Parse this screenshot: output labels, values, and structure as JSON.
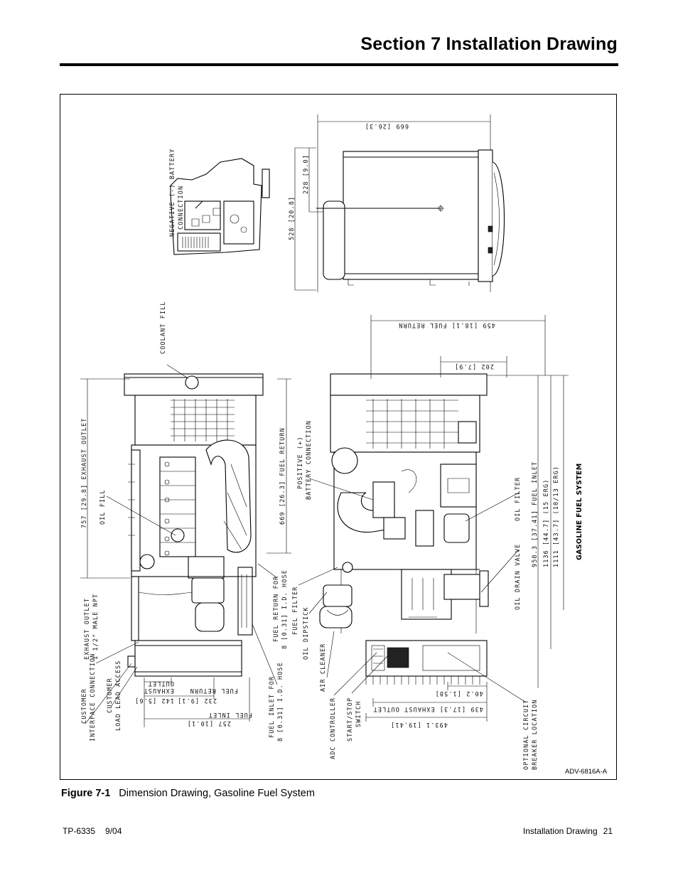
{
  "header": {
    "section_title": "Section 7  Installation Drawing"
  },
  "figure": {
    "number": "Figure 7-1",
    "caption": "Dimension Drawing, Gasoline Fuel System",
    "drawing_ref": "ADV-6816A-A",
    "system_title": "GASOLINE FUEL SYSTEM",
    "labels": {
      "negative_battery": [
        "NEGATIVE (-) BATTERY",
        "CONNECTION"
      ],
      "coolant_fill": "COOLANT FILL",
      "exhaust_outlet_dim": "757 [29.8] EXHAUST OUTLET",
      "oil_fill": "OIL FILL",
      "fuel_return_dim_669": "669 [26.3] FUEL RETURN",
      "positive_battery": [
        "POSITIVE (+)",
        "BATTERY CONNECTION"
      ],
      "fuel_return_hose": [
        "FUEL RETURN FOR",
        "8 [0.31] I.D. HOSE"
      ],
      "fuel_filter": "FUEL FILTER",
      "oil_dipstick": "OIL DIPSTICK",
      "air_cleaner": "AIR CLEANER",
      "exhaust_outlet_npt": [
        "EXHAUST OUTLET",
        "1 1/2\" MALE NPT"
      ],
      "customer_interface": [
        "CUSTOMER",
        "INTERFACE CONNECTION"
      ],
      "customer_load_lead": [
        "CUSTOMER",
        "LOAD LEAD ACCESS"
      ],
      "exhaust_outlet_142": [
        "EXHAUST",
        "OUTLET",
        "142 [5.6]"
      ],
      "fuel_return_232": [
        "FUEL RETURN",
        "232 [9.1]"
      ],
      "fuel_inlet_257": [
        "FUEL INLET",
        "257 [10.1]"
      ],
      "fuel_inlet_hose": [
        "FUEL INLET FOR",
        "8 [0.31] I.D. HOSE"
      ],
      "adc_controller": "ADC CONTROLLER",
      "start_stop_switch": [
        "START/STOP",
        "SWITCH"
      ],
      "dim_40_2": "40.2 [1.58]",
      "dim_439": "439 [17.3] EXHAUST OUTLET",
      "dim_493": "493.1 [19.41]",
      "optional_breaker": [
        "OPTIONAL CIRCUIT",
        "BREAKER LOCATION"
      ],
      "oil_drain_valve": "OIL DRAIN VALVE",
      "oil_filter": "OIL FILTER",
      "fuel_inlet_950": "950.3 [37.41] FUEL INLET",
      "dim_1136": "1136 [44.7] (15 ERG)",
      "dim_1111": "1111 [43.7] (10/13 ERG)",
      "dim_459": "459 [18.1] FUEL RETURN",
      "dim_202": "202 [7.9]",
      "dim_669_top": "669 [26.3]",
      "dim_528": "528 [20.8]",
      "dim_228": "228 [9.0]"
    }
  },
  "footer": {
    "doc_number": "TP-6335",
    "date": "9/04",
    "section_name": "Installation Drawing",
    "page_number": "21"
  }
}
